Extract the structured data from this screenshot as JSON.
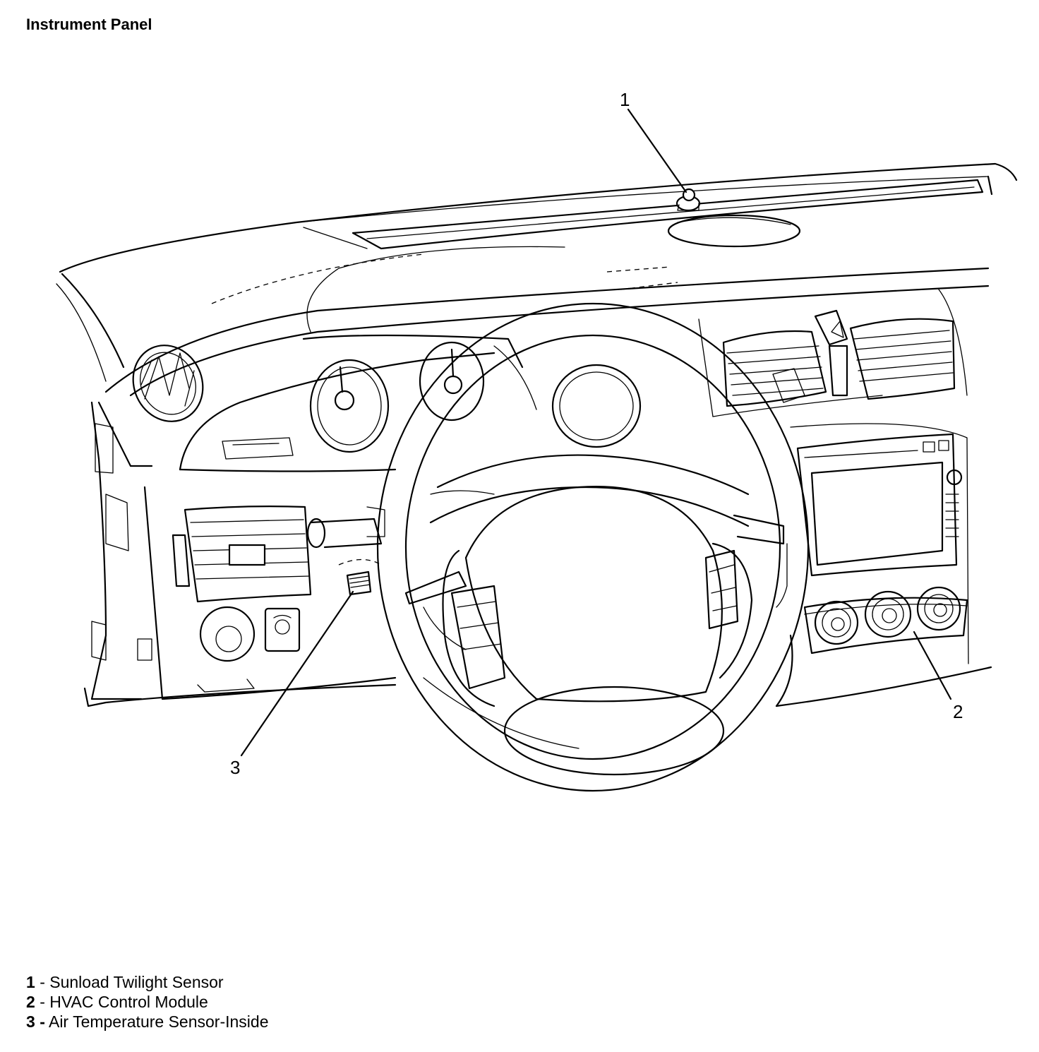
{
  "title": "Instrument Panel",
  "callouts": [
    {
      "number": "1",
      "label": "Sunload Twilight Sensor"
    },
    {
      "number": "2",
      "label": "HVAC Control Module"
    },
    {
      "number": "3",
      "label": "Air Temperature Sensor-Inside"
    }
  ],
  "legend_separator": "-"
}
